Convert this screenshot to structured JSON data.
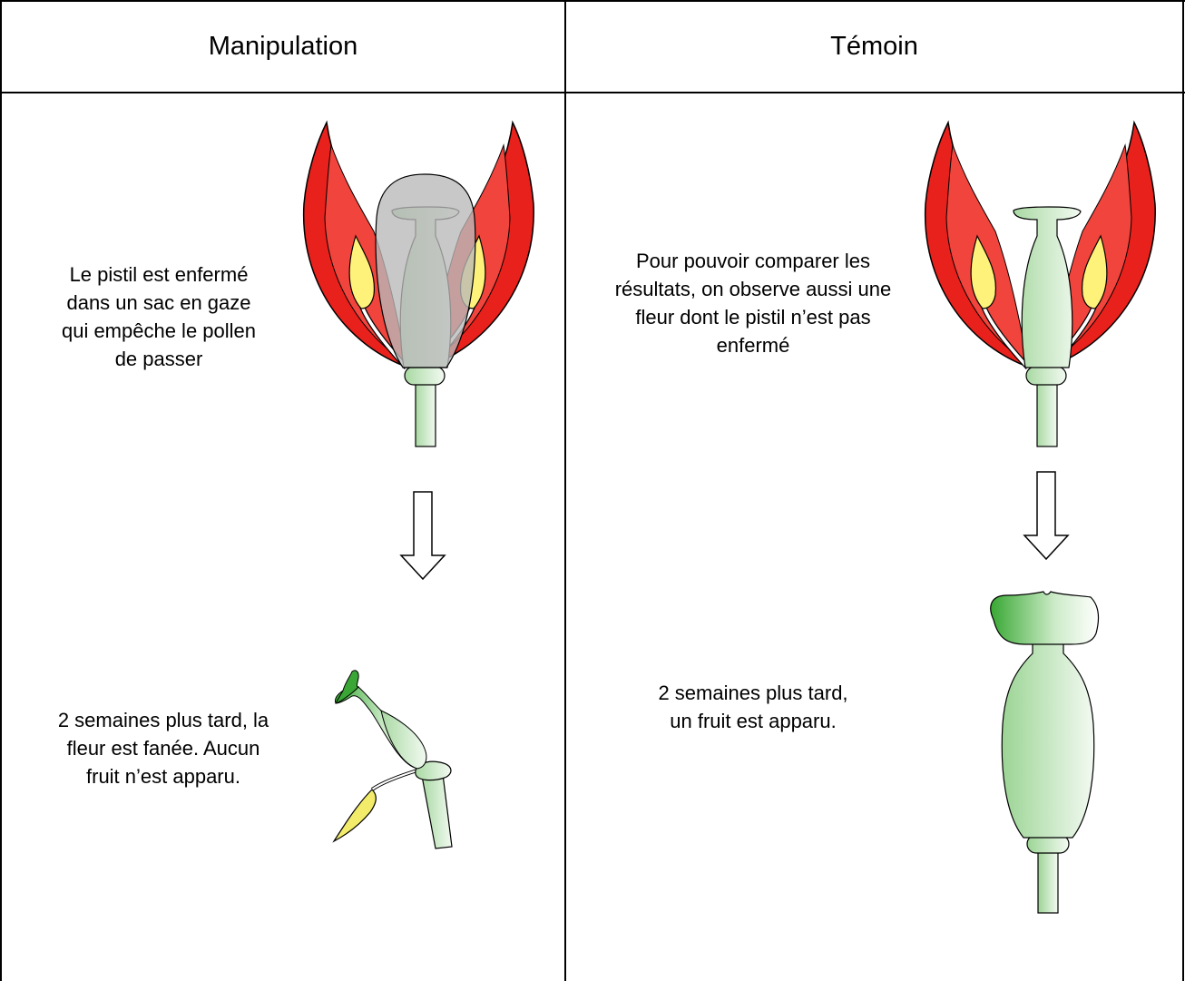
{
  "table": {
    "headers": [
      "Manipulation",
      "Témoin"
    ]
  },
  "manipulation": {
    "setup_text": "Le pistil est enfermé dans un sac en gaze qui empêche le pollen de passer",
    "result_text": "2 semaines plus tard, la fleur est fanée. Aucun fruit n’est apparu."
  },
  "temoin": {
    "setup_text": "Pour pouvoir comparer les résultats, on observe aussi une fleur dont le pistil n’est pas enfermé",
    "result_text": "2 semaines plus tard, un fruit est apparu."
  },
  "colors": {
    "petal_outer": "#e8211c",
    "petal_inner": "#f03a32",
    "anther": "#fff27a",
    "green_dark": "#3fae3a",
    "green_light": "#e8f6e6",
    "gauze": "#b8b8b8"
  }
}
